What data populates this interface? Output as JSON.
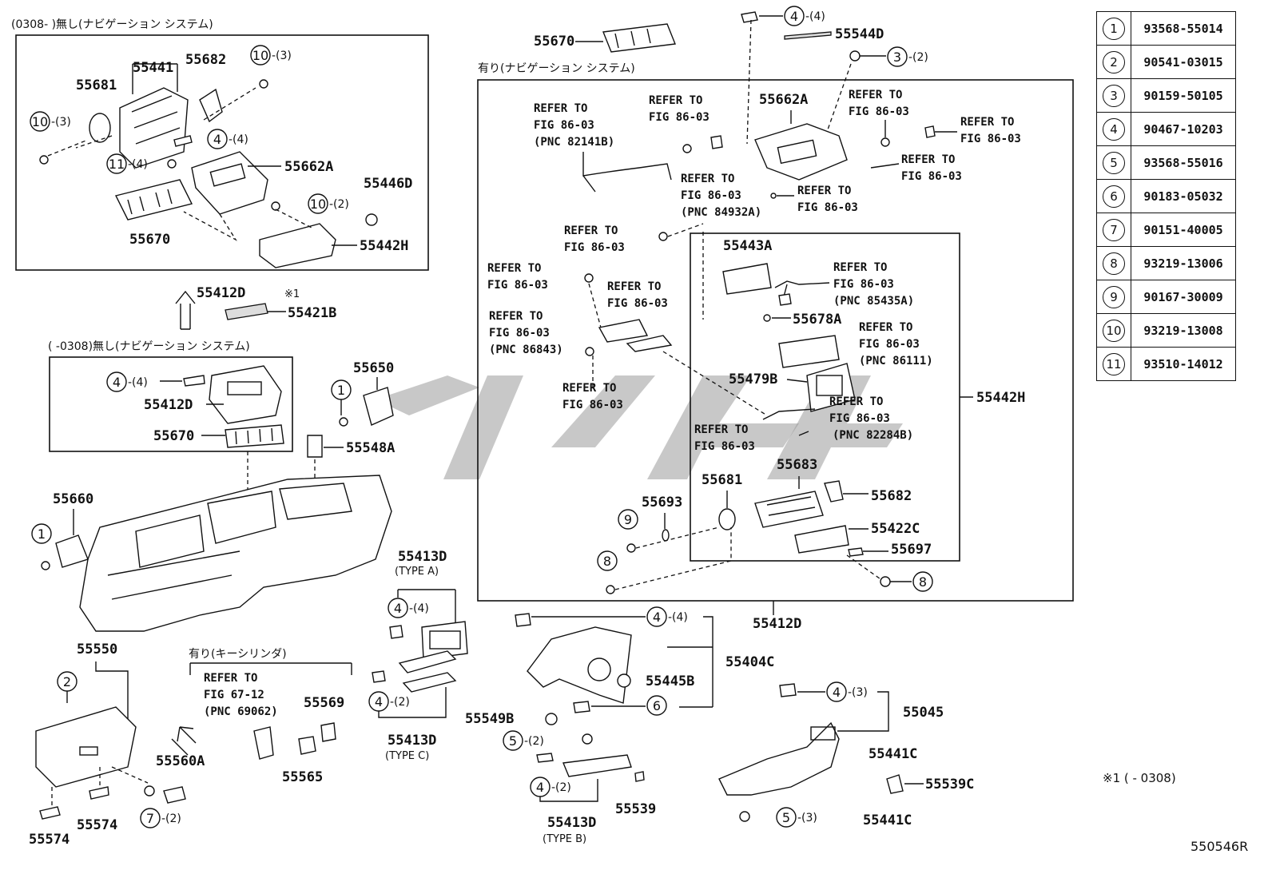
{
  "headers": {
    "topleft": "(0308-    )無し(ナビゲーション  システム)",
    "midleft": "(    -0308)無し(ナビゲーション  システム)",
    "nav_right": "有り(ナビゲーション システム)",
    "key_cyl": "有り(キーシリンダ)",
    "note1": "※1",
    "note1b": "※1"
  },
  "parts": {
    "p55670a": "55670",
    "p55544d": "55544D",
    "p55441": "55441",
    "p55682a": "55682",
    "p55681a": "55681",
    "p55662a_l": "55662A",
    "p55446d": "55446D",
    "p55670b": "55670",
    "p55442h_l": "55442H",
    "p55412d_a": "55412D",
    "p55421b": "55421B",
    "p55412d_b": "55412D",
    "p55670c": "55670",
    "p55650": "55650",
    "p55548a": "55548A",
    "p55660": "55660",
    "p55550": "55550",
    "p55560a": "55560A",
    "p55569": "55569",
    "p55565": "55565",
    "p55574a": "55574",
    "p55574b": "55574",
    "p55413d_a": "55413D",
    "type_a": "(TYPE A)",
    "p55413d_c": "55413D",
    "type_c": "(TYPE C)",
    "p55413d_b": "55413D",
    "type_b": "(TYPE B)",
    "p55539": "55539",
    "p55549b": "55549B",
    "p55445b": "55445B",
    "p55404c": "55404C",
    "p55412d_c": "55412D",
    "p55045": "55045",
    "p55441c_a": "55441C",
    "p55539c": "55539C",
    "p55441c_b": "55441C",
    "p55662a_r": "55662A",
    "p55443a": "55443A",
    "p55678a": "55678A",
    "p55479b": "55479B",
    "p55442h_r": "55442H",
    "p55683": "55683",
    "p55681b": "55681",
    "p55693": "55693",
    "p55682b": "55682",
    "p55422c": "55422C",
    "p55697": "55697"
  },
  "refs": {
    "r1a": "REFER TO",
    "r1b": "FIG 86-03",
    "r1c": "(PNC 82141B)",
    "r2a": "REFER TO",
    "r2b": "FIG 86-03",
    "r3a": "REFER TO",
    "r3b": "FIG 86-03",
    "r4a": "REFER TO",
    "r4b": "FIG 86-03",
    "r5a": "REFER TO",
    "r5b": "FIG 86-03",
    "r6a": "REFER TO",
    "r6b": "FIG 86-03",
    "r6c": "(PNC 84932A)",
    "r7a": "REFER TO",
    "r7b": "FIG 86-03",
    "r8a": "REFER TO",
    "r8b": "FIG 86-03",
    "r9a": "REFER TO",
    "r9b": "FIG 86-03",
    "r10a": "REFER TO",
    "r10b": "FIG 86-03",
    "r11a": "REFER TO",
    "r11b": "FIG 86-03",
    "r11c": "(PNC 86843)",
    "r12a": "REFER TO",
    "r12b": "FIG 86-03",
    "r13a": "REFER TO",
    "r13b": "FIG 86-03",
    "r13c": "(PNC 85435A)",
    "r14a": "REFER TO",
    "r14b": "FIG 86-03",
    "r14c": "(PNC 86111)",
    "r15a": "REFER TO",
    "r15b": "FIG 86-03",
    "r15c": "(PNC 82284B)",
    "r16a": "REFER TO",
    "r16b": "FIG 86-03",
    "r17a": "REFER TO",
    "r17b": "FIG 67-12",
    "r17c": "(PNC 69062)"
  },
  "callouts": {
    "c10a": "10",
    "q10a": "-(3)",
    "c10b": "10",
    "q10b": "-(3)",
    "c4a": "4",
    "q4a": "-(4)",
    "c11a": "11",
    "q11a": "-(4)",
    "c10c": "10",
    "q10c": "-(2)",
    "c4b": "4",
    "q4b": "-(4)",
    "c4top": "4",
    "q4top": "-(4)",
    "c3top": "3",
    "q3top": "-(2)",
    "c1a": "1",
    "c1b": "1",
    "c9": "9",
    "c8a": "8",
    "c8b": "8",
    "c2": "2",
    "c7": "7",
    "q7": "-(2)",
    "c4c": "4",
    "q4c": "-(4)",
    "c4d": "4",
    "q4d": "-(2)",
    "c4e": "4",
    "q4e": "-(4)",
    "c6": "6",
    "c5a": "5",
    "q5a": "-(2)",
    "c4f": "4",
    "q4f": "-(2)",
    "c4g": "4",
    "q4g": "-(3)",
    "c5b": "5",
    "q5b": "-(3)"
  },
  "legend": [
    {
      "key": "1",
      "value": "93568-55014"
    },
    {
      "key": "2",
      "value": "90541-03015"
    },
    {
      "key": "3",
      "value": "90159-50105"
    },
    {
      "key": "4",
      "value": "90467-10203"
    },
    {
      "key": "5",
      "value": "93568-55016"
    },
    {
      "key": "6",
      "value": "90183-05032"
    },
    {
      "key": "7",
      "value": "90151-40005"
    },
    {
      "key": "8",
      "value": "93219-13006"
    },
    {
      "key": "9",
      "value": "90167-30009"
    },
    {
      "key": "10",
      "value": "93219-13008"
    },
    {
      "key": "11",
      "value": "93510-14012"
    }
  ],
  "note_bottom": "※1 (        - 0308)",
  "fig_code": "550546R"
}
